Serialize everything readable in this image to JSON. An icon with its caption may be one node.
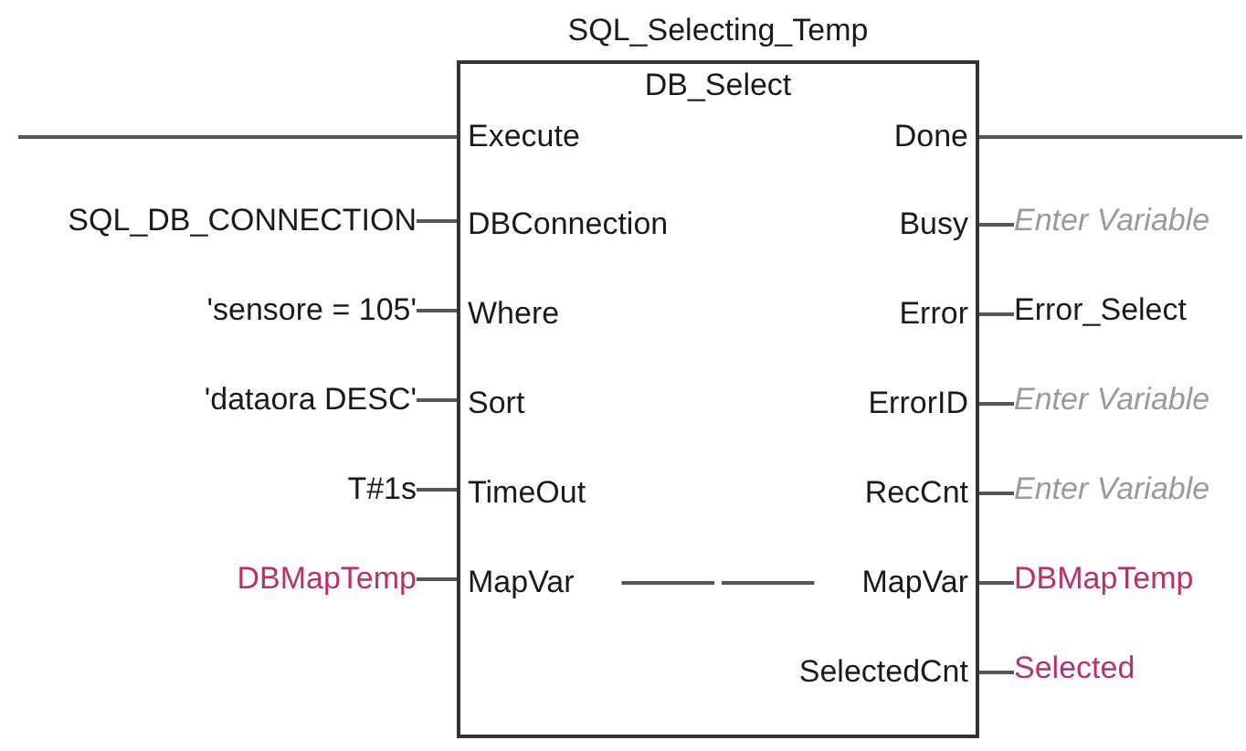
{
  "diagram": {
    "nodes": [
      {
        "text": [
          "SQL_Selecting_Temp",
          "DB_Select"
        ]
      },
      {
        "text": [
          "Execute"
        ],
        "in": 0
      },
      {
        "text": [
          "DBConnection"
        ],
        "in": 0
      },
      {
        "text": [
          "Where"
        ],
        "in": 0
      },
      {
        "text": [
          "Sort"
        ],
        "in": 0
      },
      {
        "text": [
          "TimeOut"
        ],
        "in": 0
      },
      {
        "text": [
          "MapVar"
        ],
        "in": 0
      },
      {
        "text": [
          "Done"
        ],
        "in": 0
      },
      {
        "text": [
          "Busy"
        ],
        "in": 0
      },
      {
        "text": [
          "Error"
        ],
        "in": 0
      },
      {
        "text": [
          "ErrorID"
        ],
        "in": 0
      },
      {
        "text": [
          "RecCnt"
        ],
        "in": 0
      },
      {
        "text": [
          "MapVar"
        ],
        "in": 0
      },
      {
        "text": [
          "SelectedCnt"
        ],
        "in": 0
      },
      {
        "text": [
          "SQL_DB_CONNECTION"
        ]
      },
      {
        "text": [
          "'sensore = 105'"
        ]
      },
      {
        "text": [
          "'dataora DESC'"
        ]
      },
      {
        "text": [
          "T#1s"
        ]
      },
      {
        "text": [
          "DBMapTemp"
        ]
      },
      {
        "text": [
          "Enter Variable"
        ]
      },
      {
        "text": [
          "Error_Select"
        ]
      },
      {
        "text": [
          "Enter Variable"
        ]
      },
      {
        "text": [
          "Enter Variable"
        ]
      },
      {
        "text": [
          "DBMapTemp"
        ]
      },
      {
        "text": [
          "Selected"
        ]
      }
    ],
    "edges": [
      {
        "from": null,
        "to": 1,
        "arrow": "none"
      },
      {
        "from": 7,
        "to": null,
        "arrow": "none"
      },
      {
        "from": 14,
        "to": 2,
        "arrow": "none"
      },
      {
        "from": 15,
        "to": 3,
        "arrow": "none"
      },
      {
        "from": 16,
        "to": 4,
        "arrow": "none"
      },
      {
        "from": 17,
        "to": 5,
        "arrow": "none"
      },
      {
        "from": 18,
        "to": 6,
        "arrow": "none"
      },
      {
        "from": 6,
        "to": 12,
        "arrow": "none"
      },
      {
        "from": 8,
        "to": 19,
        "arrow": "none"
      },
      {
        "from": 9,
        "to": 20,
        "arrow": "none"
      },
      {
        "from": 10,
        "to": 21,
        "arrow": "none"
      },
      {
        "from": 11,
        "to": 22,
        "arrow": "none"
      },
      {
        "from": 12,
        "to": 23,
        "arrow": "none"
      },
      {
        "from": 13,
        "to": 24,
        "arrow": "none"
      }
    ]
  }
}
